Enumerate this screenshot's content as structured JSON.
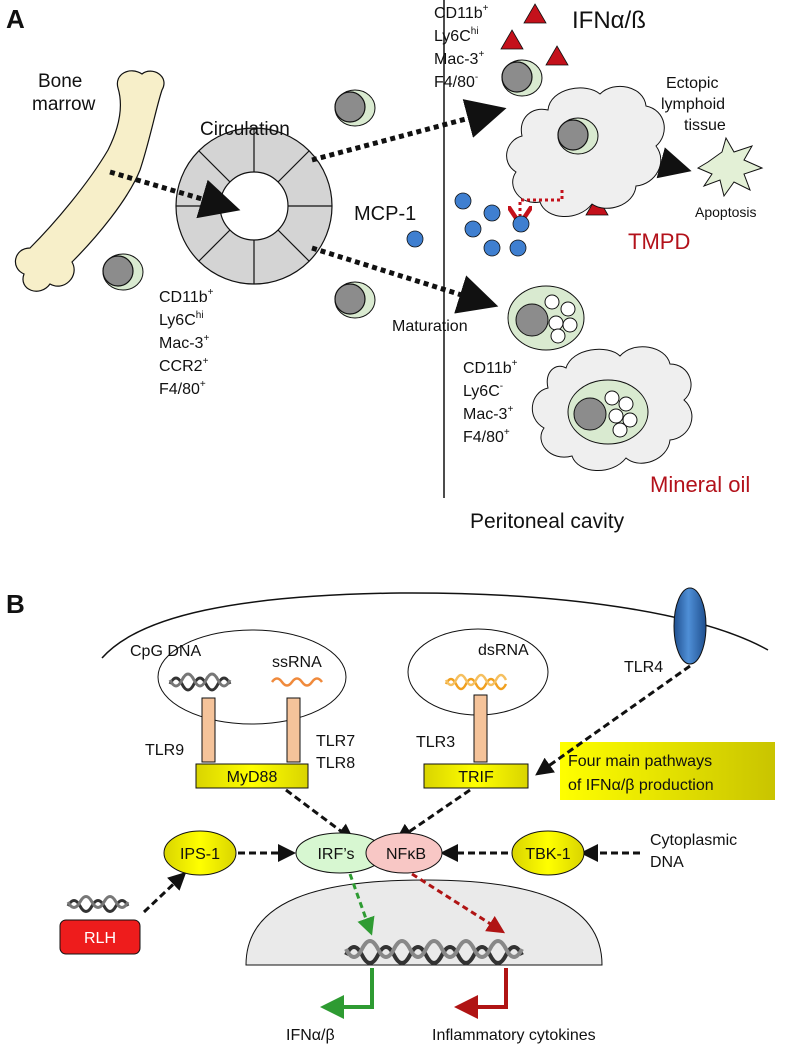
{
  "panel_a": {
    "label": "A",
    "bone_marrow": [
      "Bone",
      "marrow"
    ],
    "circulation": "Circulation",
    "ifn": "IFNα/ß",
    "ectopic": [
      "Ectopic",
      "lymphoid",
      "tissue"
    ],
    "apoptosis": "Apoptosis",
    "mcp1": "MCP-1",
    "tmpd": "TMPD",
    "maturation": "Maturation",
    "mineral_oil": "Mineral oil",
    "peritoneal": "Peritoneal cavity",
    "markers_circ": {
      "l1": [
        "CD11b",
        "+"
      ],
      "l2": [
        "Ly6C",
        "hi"
      ],
      "l3": [
        "Mac-3",
        "+"
      ],
      "l4": [
        "CCR2",
        "+"
      ],
      "l5": [
        "F4/80",
        "+"
      ]
    },
    "markers_top": {
      "l1": [
        "CD11b",
        "+"
      ],
      "l2": [
        "Ly6C",
        "hi"
      ],
      "l3": [
        "Mac-3",
        "+"
      ],
      "l4": [
        "F4/80",
        "-"
      ]
    },
    "markers_mat": {
      "l1": [
        "CD11b",
        "+"
      ],
      "l2": [
        "Ly6C",
        "-"
      ],
      "l3": [
        "Mac-3",
        "+"
      ],
      "l4": [
        "F4/80",
        "+"
      ]
    }
  },
  "panel_b": {
    "label": "B",
    "cpg": "CpG DNA",
    "ssrna": "ssRNA",
    "dsrna": "dsRNA",
    "tlr4": "TLR4",
    "tlr9": "TLR9",
    "tlr7": "TLR7",
    "tlr8": "TLR8",
    "tlr3": "TLR3",
    "myd88": "MyD88",
    "trif": "TRIF",
    "callout": [
      "Four main pathways",
      "of IFNα/β production"
    ],
    "ips1": "IPS-1",
    "irfs": "IRF’s",
    "nfkb": "NFκB",
    "tbk1": "TBK-1",
    "cyto": [
      "Cytoplasmic",
      "DNA"
    ],
    "rlh": "RLH",
    "ifnab": "IFNα/β",
    "inflam": "Inflammatory cytokines"
  },
  "colors": {
    "cell_body": "#d9ead0",
    "nucleus": "#8c8c8c",
    "triangle": "#c4111b",
    "mcp_dot": "#3f7fd0",
    "adaptor": "#f2f200",
    "tlr_bar": "#f5c39a",
    "irf": "#d7f7d1",
    "nfkb": "#f8c7c5",
    "rlh": "#ee1c1c",
    "callout": "#ffff00",
    "arrow_green": "#2e9b32",
    "arrow_red": "#b01414"
  }
}
